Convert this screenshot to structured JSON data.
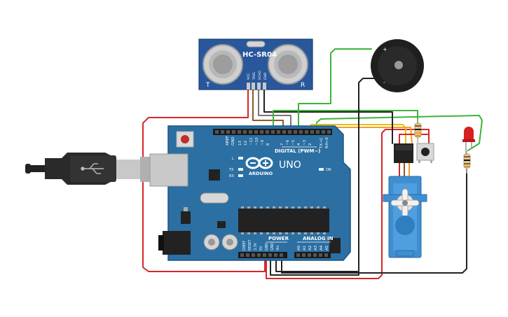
{
  "sensor": {
    "model": "HC-SR04",
    "left_mark": "T",
    "right_mark": "R",
    "pins": [
      "VCC",
      "TRIG",
      "ECHO",
      "GND"
    ]
  },
  "board": {
    "name": "UNO",
    "brand": "ARDUINO",
    "digital_header_title": "DIGITAL (PWM~)",
    "aref": "AREF",
    "gnd": "GND",
    "digital_pins": [
      "13",
      "12",
      "~11",
      "~10",
      "~9",
      "8",
      "7",
      "~6",
      "~5",
      "4",
      "~3",
      "2",
      "TX→1",
      "RX←0"
    ],
    "power_title": "POWER",
    "power_pins": [
      "IOREF",
      "RESET",
      "3.3V",
      "5V",
      "GND",
      "GND",
      "Vin"
    ],
    "analog_title": "ANALOG IN",
    "analog_pins": [
      "A0",
      "A1",
      "A2",
      "A3",
      "A4",
      "A5"
    ],
    "led_l": "L",
    "led_tx": "TX",
    "led_rx": "RX",
    "led_on": "ON"
  },
  "buzzer": {
    "plus": "+",
    "minus": "-"
  },
  "colors": {
    "board": "#2b6fa3",
    "sensor": "#29579b",
    "wire_red": "#d62728",
    "wire_green": "#3cb43c",
    "wire_black": "#222222",
    "wire_brown": "#8b5a2b",
    "wire_orange": "#f0a020",
    "wire_yellow": "#e8c000",
    "servo": "#3f8fd0",
    "led": "#d92020"
  }
}
